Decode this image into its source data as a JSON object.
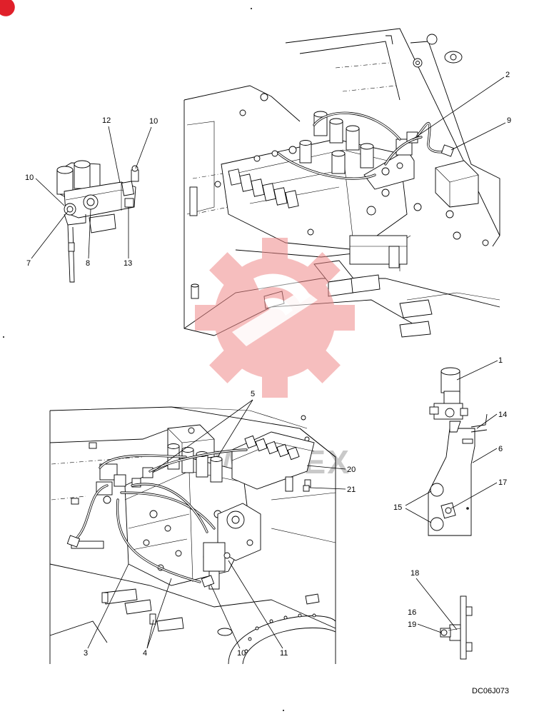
{
  "figure": {
    "drawing_code": "DC06J073",
    "watermark_text": "WINTEX"
  },
  "callouts": {
    "c1": "1",
    "c2": "2",
    "c3": "3",
    "c4": "4",
    "c5": "5",
    "c6": "6",
    "c7": "7",
    "c8": "8",
    "c9": "9",
    "c10a": "10",
    "c10b": "10",
    "c10c": "10",
    "c11": "11",
    "c12": "12",
    "c13": "13",
    "c14": "14",
    "c15": "15",
    "c16": "16",
    "c17": "17",
    "c18": "18",
    "c19": "19",
    "c20": "20",
    "c21": "21"
  },
  "colors": {
    "line": "#000000",
    "watermark_gear": "#f08a8a",
    "watermark_text": "#c9c9c9",
    "corner_badge": "#e0202a"
  }
}
